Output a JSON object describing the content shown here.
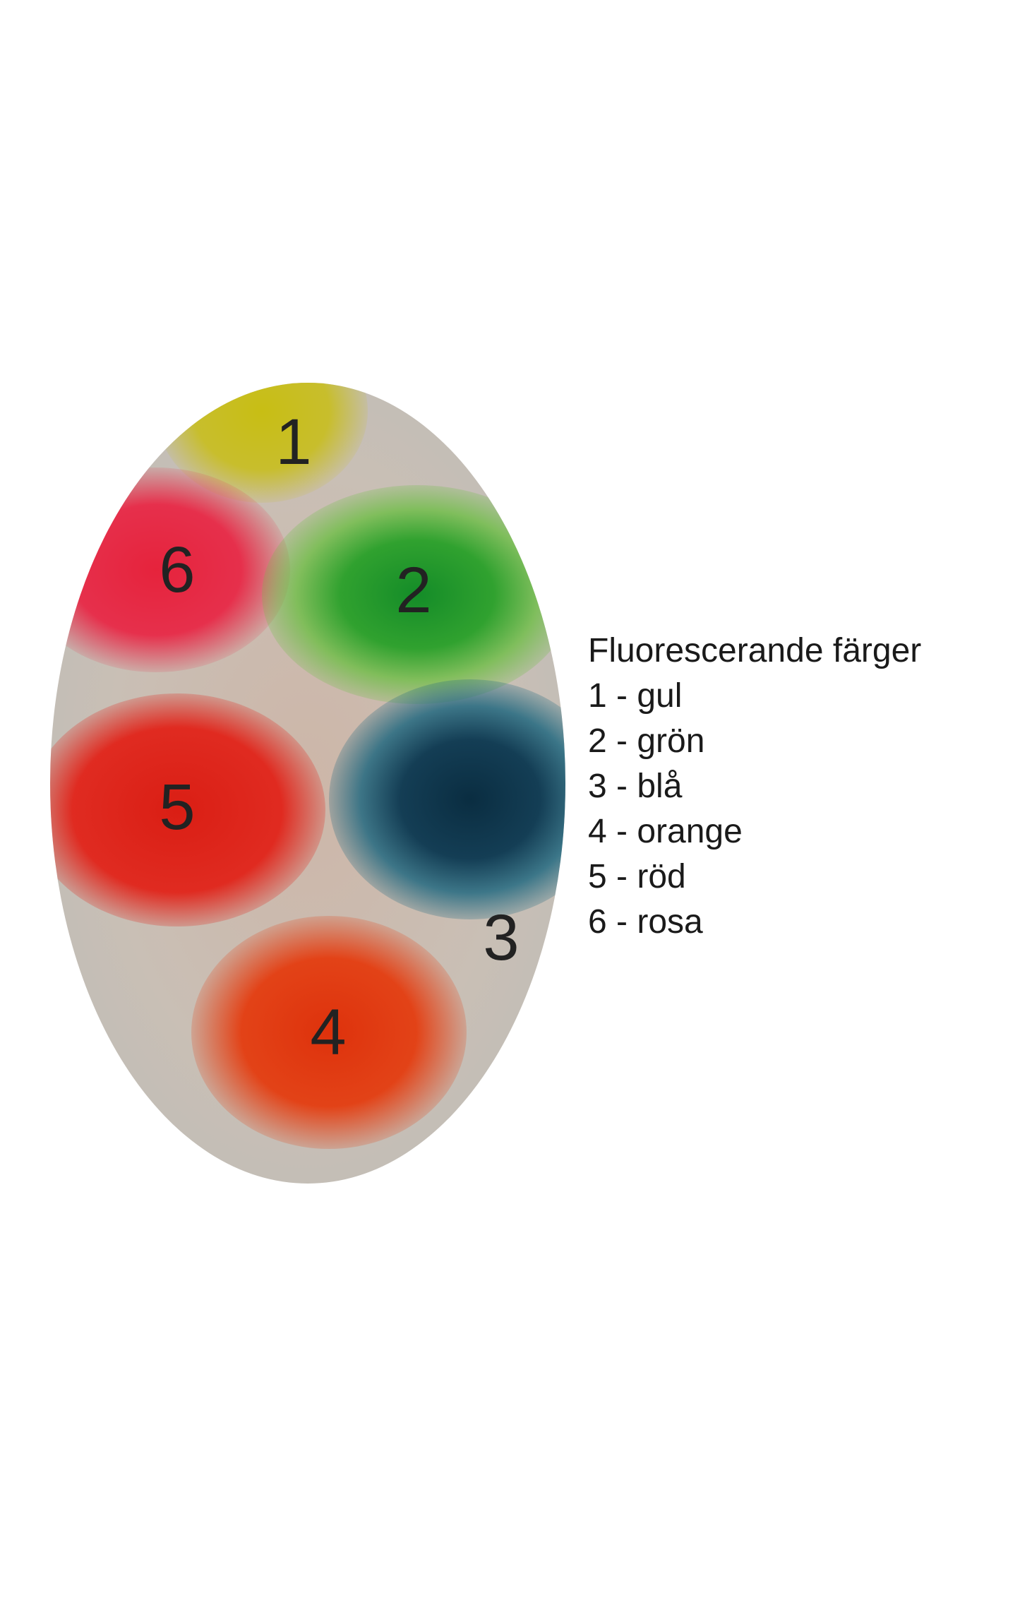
{
  "legend": {
    "title": "Fluorescerande färger",
    "items": [
      "1 - gul",
      "2 - grön",
      "3 - blå",
      "4 - orange",
      "5 - röd",
      "6 - rosa"
    ]
  },
  "spots": [
    {
      "label": "1",
      "color": "#c8c020"
    },
    {
      "label": "2",
      "color": "#1a8f2a"
    },
    {
      "label": "3",
      "color": "#0b3146"
    },
    {
      "label": "4",
      "color": "#e03a10"
    },
    {
      "label": "5",
      "color": "#dc1f14"
    },
    {
      "label": "6",
      "color": "#e22840"
    }
  ]
}
